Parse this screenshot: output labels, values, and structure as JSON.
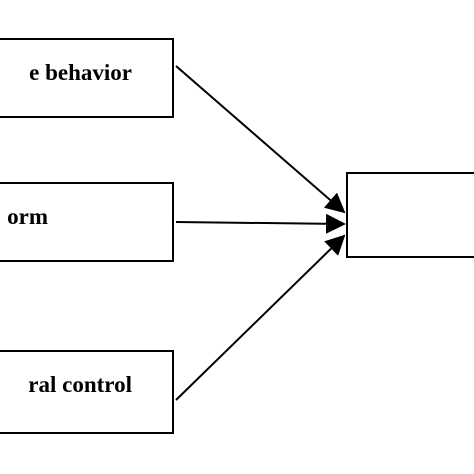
{
  "diagram": {
    "nodes": [
      {
        "id": "attitude",
        "label": "e behavior"
      },
      {
        "id": "norm",
        "label": "orm"
      },
      {
        "id": "control",
        "label": "ral control"
      },
      {
        "id": "target",
        "label": ""
      }
    ],
    "edges": [
      {
        "from": "attitude",
        "to": "target"
      },
      {
        "from": "norm",
        "to": "target"
      },
      {
        "from": "control",
        "to": "target"
      }
    ],
    "colors": {
      "stroke": "#000000",
      "fill": "#ffffff"
    }
  }
}
